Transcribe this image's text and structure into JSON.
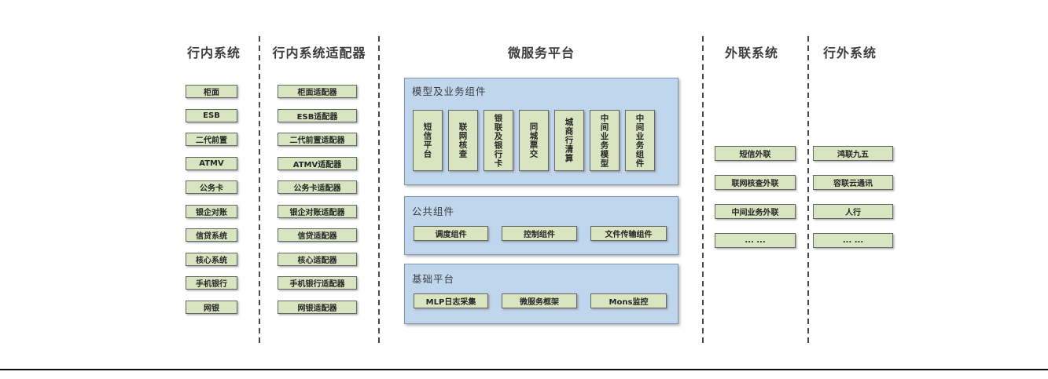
{
  "diagram": {
    "columns": {
      "internal": {
        "title": "行内系统",
        "items": [
          "柜面",
          "ESB",
          "二代前置",
          "ATMV",
          "公务卡",
          "银企对账",
          "信贷系统",
          "核心系统",
          "手机银行",
          "网银"
        ]
      },
      "adapters": {
        "title": "行内系统适配器",
        "items": [
          "柜面适配器",
          "ESB适配器",
          "二代前置适配器",
          "ATMV适配器",
          "公务卡适配器",
          "银企对账适配器",
          "信贷适配器",
          "核心适配器",
          "手机银行适配器",
          "网银适配器"
        ]
      },
      "platform": {
        "title": "微服务平台",
        "sections": [
          {
            "label": "模型及业务组件",
            "items": [
              "短信平台",
              "联网核查",
              "银联及银行卡",
              "同城票交",
              "城商行清算",
              "中间业务模型",
              "中间业务组件"
            ]
          },
          {
            "label": "公共组件",
            "items": [
              "调度组件",
              "控制组件",
              "文件传输组件"
            ]
          },
          {
            "label": "基础平台",
            "items": [
              "MLP日志采集",
              "微服务框架",
              "Mons监控"
            ]
          }
        ]
      },
      "outbound": {
        "title": "外联系统",
        "items": [
          "短信外联",
          "联网核查外联",
          "中间业务外联",
          "... ..."
        ]
      },
      "external": {
        "title": "行外系统",
        "items": [
          "鸿联九五",
          "容联云通讯",
          "人行",
          "... ..."
        ]
      }
    },
    "colors": {
      "box_fill": "#d9e5c1",
      "box_border": "#666666",
      "panel_fill": "#bfd6ed",
      "panel_border": "#7e96ad",
      "separator": "#4a4a4a",
      "bottom_rule": "#0a0a0a"
    }
  }
}
